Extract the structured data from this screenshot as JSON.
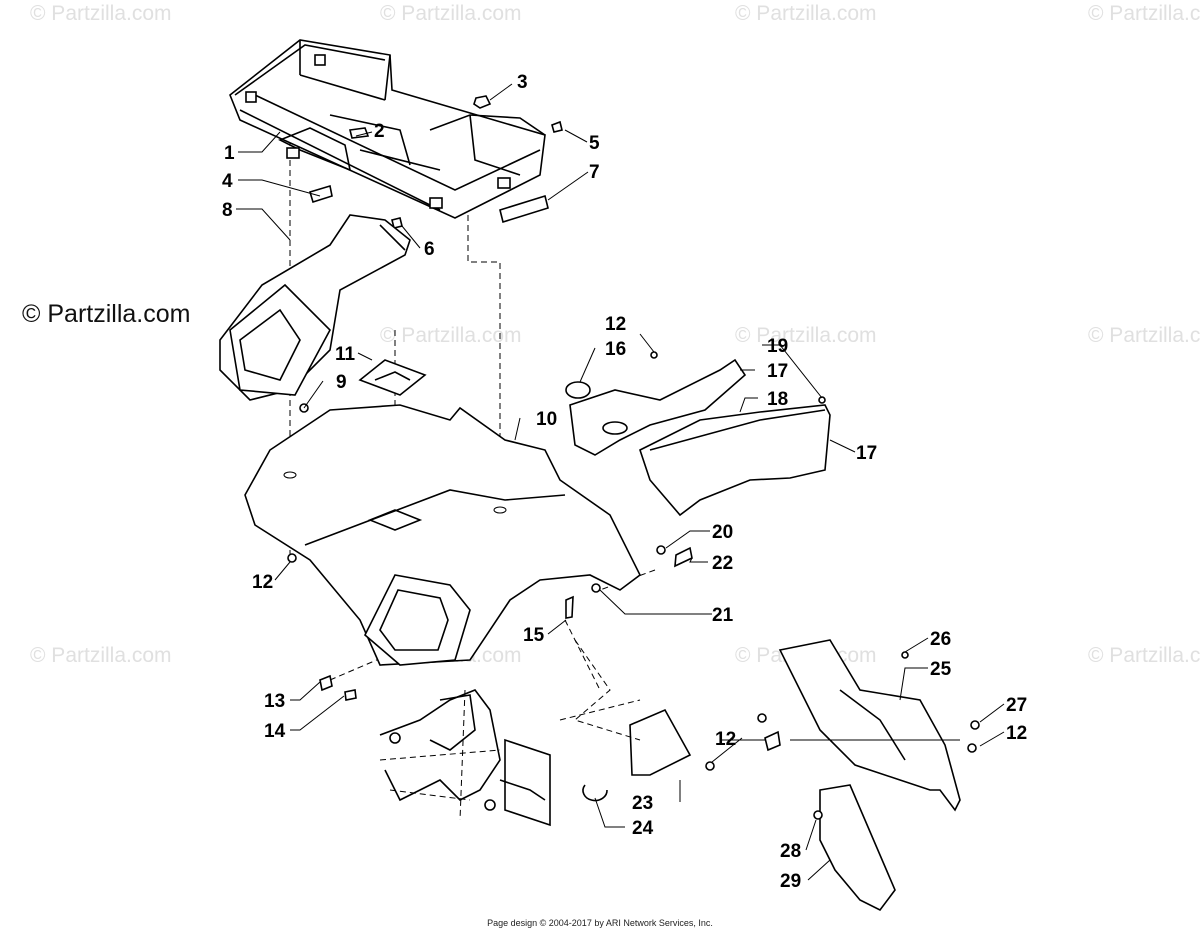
{
  "watermark": {
    "text": "© Partzilla.com",
    "brand_text": "© Partzilla.com"
  },
  "footer_text": "Page design © 2004-2017 by ARI Network Services, Inc.",
  "callouts": [
    "1",
    "2",
    "3",
    "4",
    "5",
    "6",
    "7",
    "8",
    "9",
    "10",
    "11",
    "12",
    "16",
    "12",
    "19",
    "17",
    "18",
    "17",
    "20",
    "22",
    "21",
    "15",
    "12",
    "13",
    "14",
    "26",
    "25",
    "27",
    "12",
    "12",
    "23",
    "24",
    "28",
    "29"
  ]
}
